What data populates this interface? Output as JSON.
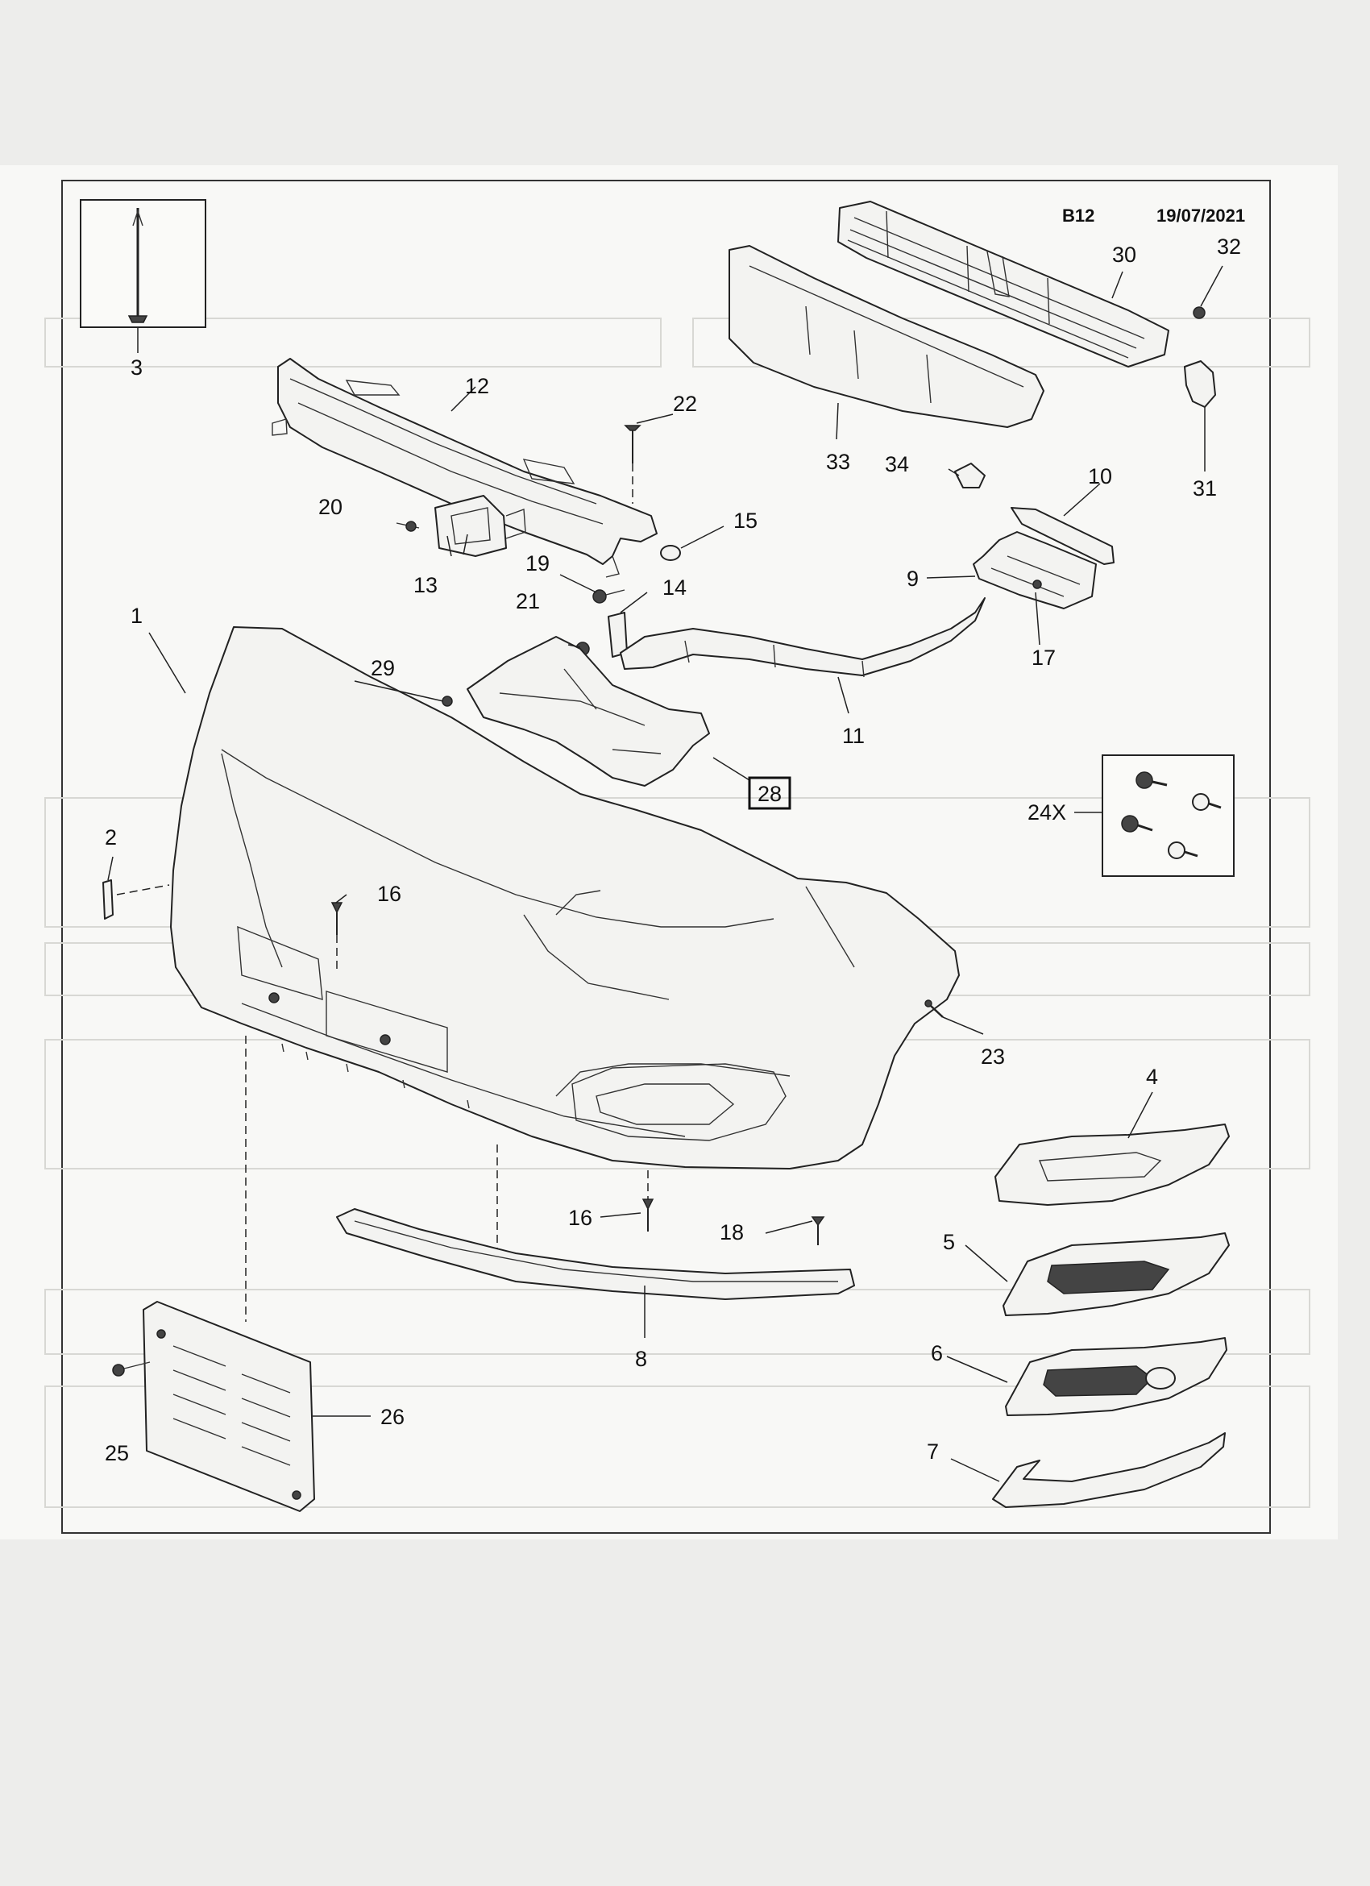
{
  "header": {
    "code": "B12",
    "date": "19/07/2021"
  },
  "callouts": [
    {
      "id": "c1",
      "label": "1"
    },
    {
      "id": "c2",
      "label": "2"
    },
    {
      "id": "c3",
      "label": "3"
    },
    {
      "id": "c4",
      "label": "4"
    },
    {
      "id": "c5",
      "label": "5"
    },
    {
      "id": "c6",
      "label": "6"
    },
    {
      "id": "c7",
      "label": "7"
    },
    {
      "id": "c8",
      "label": "8"
    },
    {
      "id": "c9",
      "label": "9"
    },
    {
      "id": "c10",
      "label": "10"
    },
    {
      "id": "c11",
      "label": "11"
    },
    {
      "id": "c12",
      "label": "12"
    },
    {
      "id": "c13",
      "label": "13"
    },
    {
      "id": "c14",
      "label": "14"
    },
    {
      "id": "c15",
      "label": "15"
    },
    {
      "id": "c16a",
      "label": "16"
    },
    {
      "id": "c16b",
      "label": "16"
    },
    {
      "id": "c17",
      "label": "17"
    },
    {
      "id": "c18",
      "label": "18"
    },
    {
      "id": "c19",
      "label": "19"
    },
    {
      "id": "c20",
      "label": "20"
    },
    {
      "id": "c21",
      "label": "21"
    },
    {
      "id": "c22",
      "label": "22"
    },
    {
      "id": "c23",
      "label": "23"
    },
    {
      "id": "c24",
      "label": "24X"
    },
    {
      "id": "c25",
      "label": "25"
    },
    {
      "id": "c26",
      "label": "26"
    },
    {
      "id": "c28",
      "label": "28"
    },
    {
      "id": "c29",
      "label": "29"
    },
    {
      "id": "c30",
      "label": "30"
    },
    {
      "id": "c31",
      "label": "31"
    },
    {
      "id": "c32",
      "label": "32"
    },
    {
      "id": "c33",
      "label": "33"
    },
    {
      "id": "c34",
      "label": "34"
    }
  ],
  "colors": {
    "line": "#222222",
    "paper": "#f8f8f6",
    "scan_background": "#ededeb"
  }
}
